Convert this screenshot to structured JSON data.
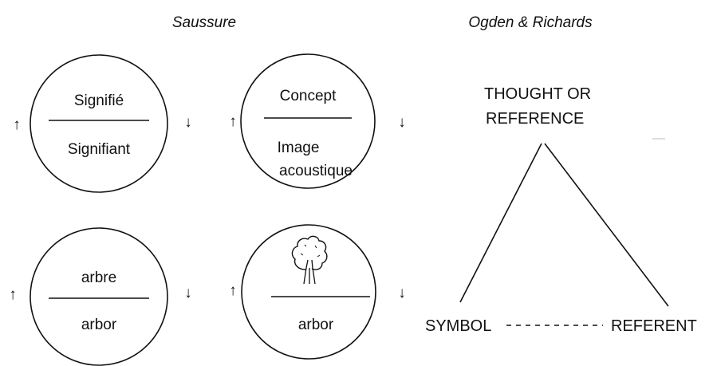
{
  "headings": {
    "saussure": "Saussure",
    "ogden_richards": "Ogden & Richards"
  },
  "saussure_circles": [
    {
      "top": "Signifié",
      "bottom": "Signifiant"
    },
    {
      "top": "Concept",
      "bottom_line1": "Image",
      "bottom_line2": "acoustique"
    },
    {
      "top": "arbre",
      "bottom": "arbor"
    },
    {
      "top_icon": "tree-icon",
      "bottom": "arbor"
    }
  ],
  "arrows": {
    "up": "↑",
    "down": "↓"
  },
  "triangle": {
    "apex_line1": "THOUGHT OR",
    "apex_line2": "REFERENCE",
    "left": "SYMBOL",
    "right": "REFERENT"
  }
}
